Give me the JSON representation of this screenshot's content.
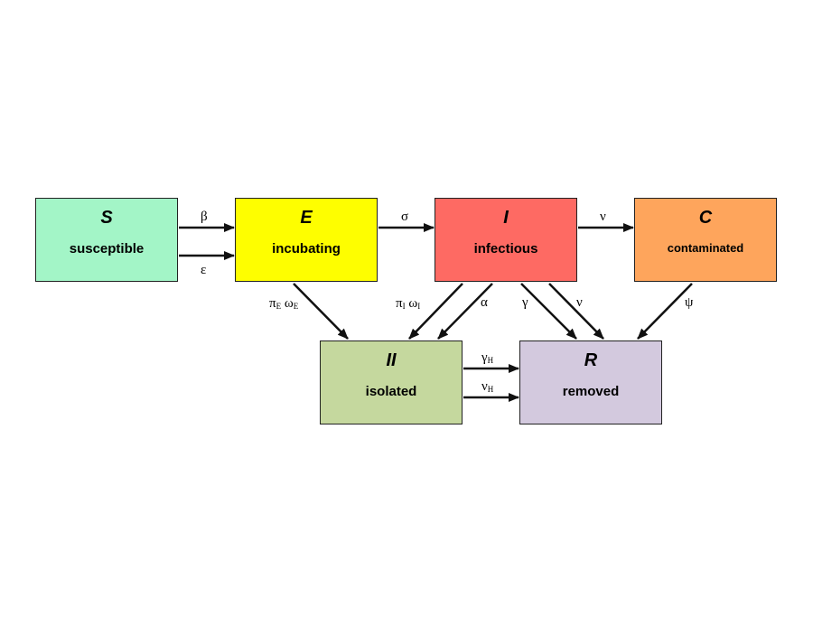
{
  "boxes": {
    "S": {
      "symbol": "S",
      "label": "susceptible",
      "color": "#a3f5c7"
    },
    "E": {
      "symbol": "E",
      "label": "incubating",
      "color": "#fefe00"
    },
    "I": {
      "symbol": "I",
      "label": "infectious",
      "color": "#fe6a63"
    },
    "C": {
      "symbol": "C",
      "label": "contaminated",
      "color": "#fea55c"
    },
    "II": {
      "symbol": "II",
      "label": "isolated",
      "color": "#c5d89e"
    },
    "R": {
      "symbol": "R",
      "label": "removed",
      "color": "#d3c9de"
    }
  },
  "rates": {
    "beta": "β",
    "epsilon": "ε",
    "sigma": "σ",
    "nu": "ν",
    "pi_E": "π",
    "pi_E_sub": "E",
    "omega_E": "ω",
    "omega_E_sub": "E",
    "pi_I": "π",
    "pi_I_sub": "I",
    "omega_I": "ω",
    "omega_I_sub": "I",
    "alpha": "α",
    "gamma": "γ",
    "nu_IR": "ν",
    "psi": "ψ",
    "gamma_H": "γ",
    "gamma_H_sub": "H",
    "nu_H": "ν",
    "nu_H_sub": "H"
  },
  "arrow_color": "#111111"
}
